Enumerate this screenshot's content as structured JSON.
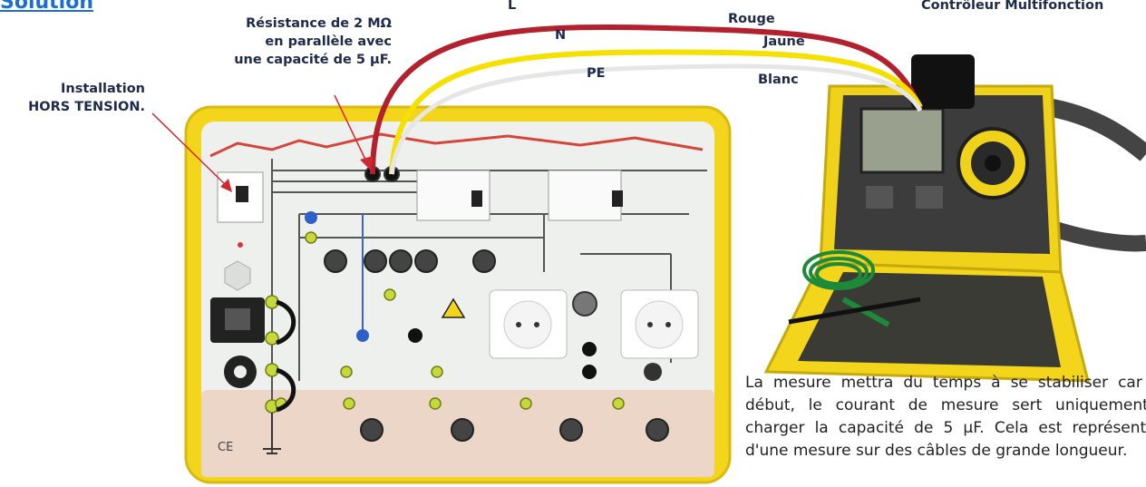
{
  "heading": "Solution",
  "labels": {
    "resistance": [
      "Résistance de 2 MΩ",
      "en parallèle avec",
      "une capacité de 5 µF."
    ],
    "installation": [
      "Installation",
      "HORS TENSION."
    ],
    "wire_L": "L",
    "wire_N": "N",
    "wire_PE": "PE",
    "color_red": "Rouge",
    "color_yellow": "Jaune",
    "color_white": "Blanc",
    "controller": "Contrôleur Multifonction"
  },
  "paragraph": "La mesure mettra du temps à se stabiliser car au début, le courant de mesure sert uniquement à charger la capacité de 5 µF. Cela est représentatif d'une mesure sur des câbles de grande longueur.",
  "panel_marking": "CE",
  "colors": {
    "wire_red": "#b3202e",
    "wire_yellow": "#f5e000",
    "wire_white": "#e6e6e6",
    "frame_yellow": "#f3d51c",
    "panel_red_line": "#d6453c",
    "heading_blue": "#1b6fd1"
  }
}
